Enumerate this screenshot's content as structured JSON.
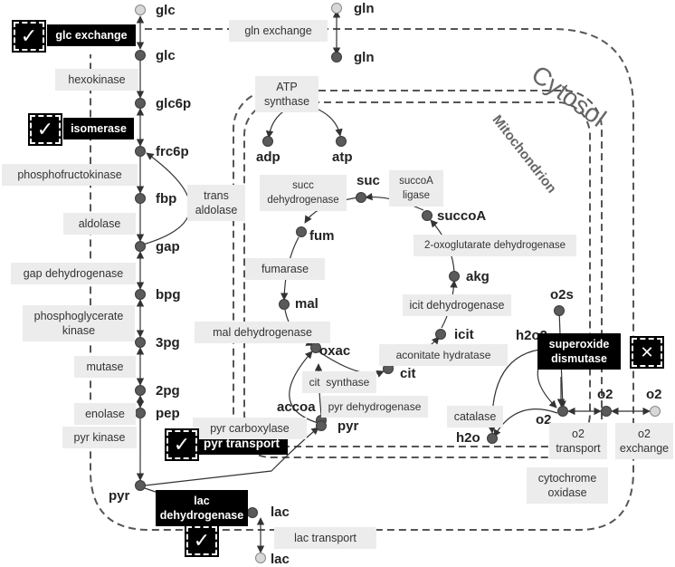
{
  "compartments": {
    "cytosol": "Cytosol",
    "mitochondrion": "Mitochondrion"
  },
  "metabolites": {
    "glc_ext": "glc",
    "glc": "glc",
    "glc6p": "glc6p",
    "frc6p": "frc6p",
    "fbp": "fbp",
    "gap": "gap",
    "bpg": "bpg",
    "pg3": "3pg",
    "pg2": "2pg",
    "pep": "pep",
    "pyr": "pyr",
    "lac": "lac",
    "lac_ext": "lac",
    "gln_ext": "gln",
    "gln": "gln",
    "adp": "adp",
    "atp": "atp",
    "suc": "suc",
    "succoa": "succoA",
    "fum": "fum",
    "akg": "akg",
    "mal": "mal",
    "icit": "icit",
    "oxac": "oxac",
    "cit": "cit",
    "accoa": "accoa",
    "pyr_mito": "pyr",
    "h2o2": "h2o2",
    "o2s": "o2s",
    "o2": "o2",
    "o2_cyt": "o2",
    "o2_ext": "o2",
    "h2o": "h2o"
  },
  "enzymes": {
    "glc_exchange": "glc exchange",
    "gln_exchange": "gln exchange",
    "hexokinase": "hexokinase",
    "isomerase": "isomerase",
    "phosphofructokinase": "phosphofructokinase",
    "trans_aldolase": [
      "trans",
      "aldolase"
    ],
    "aldolase": "aldolase",
    "gap_dehydrogenase": "gap dehydrogenase",
    "phosphoglycerate_kinase": [
      "phosphoglycerate",
      "kinase"
    ],
    "mutase": "mutase",
    "enolase": "enolase",
    "pyr_kinase": "pyr kinase",
    "lac_dehydrogenase": [
      "lac",
      "dehydrogenase"
    ],
    "lac_transport": "lac transport",
    "pyr_transport": "pyr transport",
    "atp_synthase": [
      "ATP",
      "synthase"
    ],
    "succ_dehydrogenase": [
      "succ",
      "dehydrogenase"
    ],
    "succoa_ligase": [
      "succoA",
      "ligase"
    ],
    "oxoglutarate_dehydrogenase": "2-oxoglutarate dehydrogenase",
    "fumarase": "fumarase",
    "icit_dehydrogenase": "icit dehydrogenase",
    "mal_dehydrogenase": "mal dehydrogenase",
    "aconitate_hydratase": "aconitate hydratase",
    "cit_synthase": "cit  synthase",
    "pyr_carboxylase": "pyr carboxylase",
    "pyr_dehydrogenase": "pyr dehydrogenase",
    "superoxide_dismutase": [
      "superoxide",
      "dismutase"
    ],
    "catalase": "catalase",
    "o2_transport": [
      "o2",
      "transport"
    ],
    "o2_exchange": [
      "o2",
      "exchange"
    ],
    "cytochrome_oxidase": [
      "cytochrome",
      "oxidase"
    ]
  },
  "markers": {
    "check": "✓",
    "cross": "✕"
  },
  "colors": {
    "node": "#5a5a5a",
    "box": "#ececec",
    "dark_box": "#000000",
    "compartment_border": "#555555"
  }
}
